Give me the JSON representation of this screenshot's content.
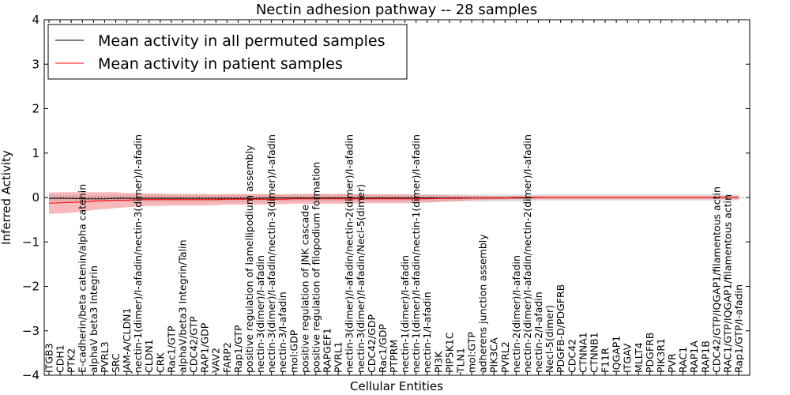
{
  "chart_data": {
    "type": "line",
    "title": "Nectin adhesion pathway -- 28 samples",
    "xlabel": "Cellular Entities",
    "ylabel": "Inferred Activity",
    "ylim": [
      -4,
      4
    ],
    "yticks": [
      -4,
      -3,
      -2,
      -1,
      0,
      1,
      2,
      3,
      4
    ],
    "ytick_labels": [
      "−4",
      "−3",
      "−2",
      "−1",
      "0",
      "1",
      "2",
      "3",
      "4"
    ],
    "grid": false,
    "legend_position": "top-left",
    "categories": [
      "ITGB3",
      "CDH1",
      "PTK2",
      "E-cadherin/beta catenin/alpha catenin",
      "alphaV beta3 Integrin",
      "PVRL3",
      "SRC",
      "JAM-A/CLDN1",
      "nectin-1(dimer)/I-afadin/nectin-3(dimer)/I-afadin",
      "CLDN1",
      "CRK",
      "Rac1/GTP",
      "alphaV/beta3 Integrin/Talin",
      "CDC42/GTP",
      "RAP1/GDP",
      "VAV2",
      "FARP2",
      "Rap1/GTP",
      "positive regulation of lamellipodium assembly",
      "nectin-3(dimer)/I-afadin",
      "nectin-3(dimer)/I-afadin/nectin-3(dimer)/I-afadin",
      "nectin-3/I-afadin",
      "mol:GDP",
      "positive regulation of JNK cascade",
      "positive regulation of filopodium formation",
      "RAPGEF1",
      "PVRL1",
      "nectin-3(dimer)/I-afadin/nectin-2(dimer)/I-afadin",
      "nectin-3(dimer)/I-afadin/Necl-5(dimer)",
      "CDC42/GDP",
      "Rac1/GDP",
      "PTPRM",
      "nectin-1(dimer)/I-afadin",
      "nectin-1(dimer)/I-afadin/nectin-1(dimer)/I-afadin",
      "nectin-1/I-afadin",
      "PI3K",
      "PIP5K1C",
      "TLN1",
      "mol:GTP",
      "adherens junction assembly",
      "PIK3CA",
      "PVRL2",
      "nectin-2(dimer)/I-afadin",
      "nectin-2(dimer)/I-afadin/nectin-2(dimer)/I-afadin",
      "nectin-2/I-afadin",
      "Necl-5(dimer)",
      "PDGFB-D/PDGFRB",
      "CDC42",
      "CTNNA1",
      "CTNNB1",
      "F11R",
      "IQGAP1",
      "ITGAV",
      "MLLT4",
      "PDGFRB",
      "PIK3R1",
      "PVR",
      "RAC1",
      "RAP1A",
      "RAP1B",
      "CDC42/GTP/IQGAP1/filamentous actin",
      "RAC1/GTP/IQGAP1/filamentous actin",
      "Rap1/GTP/I-afadin"
    ],
    "series": [
      {
        "name": "Mean activity in all permuted samples",
        "color": "#000000",
        "band_color": "#c8c8c8",
        "values": [
          -0.02,
          -0.02,
          -0.02,
          -0.03,
          -0.03,
          -0.03,
          -0.02,
          -0.02,
          -0.02,
          -0.02,
          -0.02,
          -0.02,
          -0.02,
          -0.02,
          -0.02,
          -0.02,
          -0.02,
          -0.02,
          -0.02,
          -0.02,
          -0.01,
          -0.01,
          -0.01,
          -0.01,
          -0.01,
          -0.01,
          -0.01,
          -0.01,
          -0.01,
          -0.01,
          -0.01,
          -0.01,
          -0.01,
          -0.01,
          -0.01,
          -0.01,
          -0.01,
          -0.01,
          -0.01,
          -0.01,
          -0.01,
          -0.01,
          -0.01,
          -0.01,
          0.0,
          0.0,
          0.0,
          0.0,
          0.0,
          0.0,
          0.0,
          0.0,
          0.0,
          0.0,
          0.0,
          0.0,
          0.0,
          0.0,
          0.0,
          0.0,
          0.0,
          0.0,
          0.0
        ],
        "band_half_width": [
          0.08,
          0.08,
          0.08,
          0.08,
          0.08,
          0.08,
          0.08,
          0.08,
          0.08,
          0.08,
          0.08,
          0.08,
          0.08,
          0.08,
          0.08,
          0.08,
          0.08,
          0.08,
          0.08,
          0.08,
          0.08,
          0.08,
          0.08,
          0.08,
          0.08,
          0.08,
          0.08,
          0.08,
          0.08,
          0.08,
          0.08,
          0.08,
          0.08,
          0.08,
          0.08,
          0.08,
          0.08,
          0.08,
          0.08,
          0.08,
          0.08,
          0.08,
          0.08,
          0.08,
          0.07,
          0.07,
          0.07,
          0.07,
          0.07,
          0.07,
          0.07,
          0.07,
          0.07,
          0.07,
          0.07,
          0.07,
          0.07,
          0.07,
          0.07,
          0.07,
          0.07,
          0.07,
          0.07
        ]
      },
      {
        "name": "Mean activity in patient samples",
        "color": "#ff0000",
        "band_color": "#f08080",
        "values": [
          -0.13,
          -0.12,
          -0.11,
          -0.1,
          -0.08,
          -0.07,
          -0.06,
          -0.06,
          -0.05,
          -0.05,
          -0.05,
          -0.05,
          -0.05,
          -0.05,
          -0.05,
          -0.05,
          -0.04,
          -0.04,
          -0.04,
          -0.04,
          -0.04,
          -0.04,
          -0.03,
          -0.03,
          -0.03,
          -0.03,
          -0.03,
          -0.03,
          -0.03,
          -0.03,
          -0.03,
          -0.03,
          -0.03,
          -0.03,
          -0.03,
          -0.02,
          -0.02,
          -0.02,
          -0.01,
          -0.01,
          -0.01,
          -0.01,
          0.0,
          0.0,
          0.0,
          0.0,
          0.0,
          0.0,
          0.0,
          0.0,
          0.0,
          0.0,
          0.0,
          0.0,
          0.0,
          0.0,
          0.0,
          0.0,
          0.0,
          0.0,
          0.0,
          0.0,
          0.0
        ],
        "band_half_width": [
          0.24,
          0.24,
          0.23,
          0.22,
          0.2,
          0.19,
          0.18,
          0.16,
          0.15,
          0.14,
          0.14,
          0.13,
          0.13,
          0.13,
          0.13,
          0.12,
          0.12,
          0.12,
          0.12,
          0.12,
          0.12,
          0.11,
          0.11,
          0.11,
          0.11,
          0.11,
          0.11,
          0.11,
          0.1,
          0.1,
          0.1,
          0.1,
          0.1,
          0.09,
          0.09,
          0.08,
          0.07,
          0.06,
          0.05,
          0.05,
          0.04,
          0.04,
          0.04,
          0.04,
          0.04,
          0.04,
          0.04,
          0.04,
          0.04,
          0.04,
          0.04,
          0.04,
          0.04,
          0.04,
          0.04,
          0.04,
          0.04,
          0.04,
          0.04,
          0.04,
          0.04,
          0.04,
          0.04
        ]
      }
    ],
    "baseline": 0
  }
}
